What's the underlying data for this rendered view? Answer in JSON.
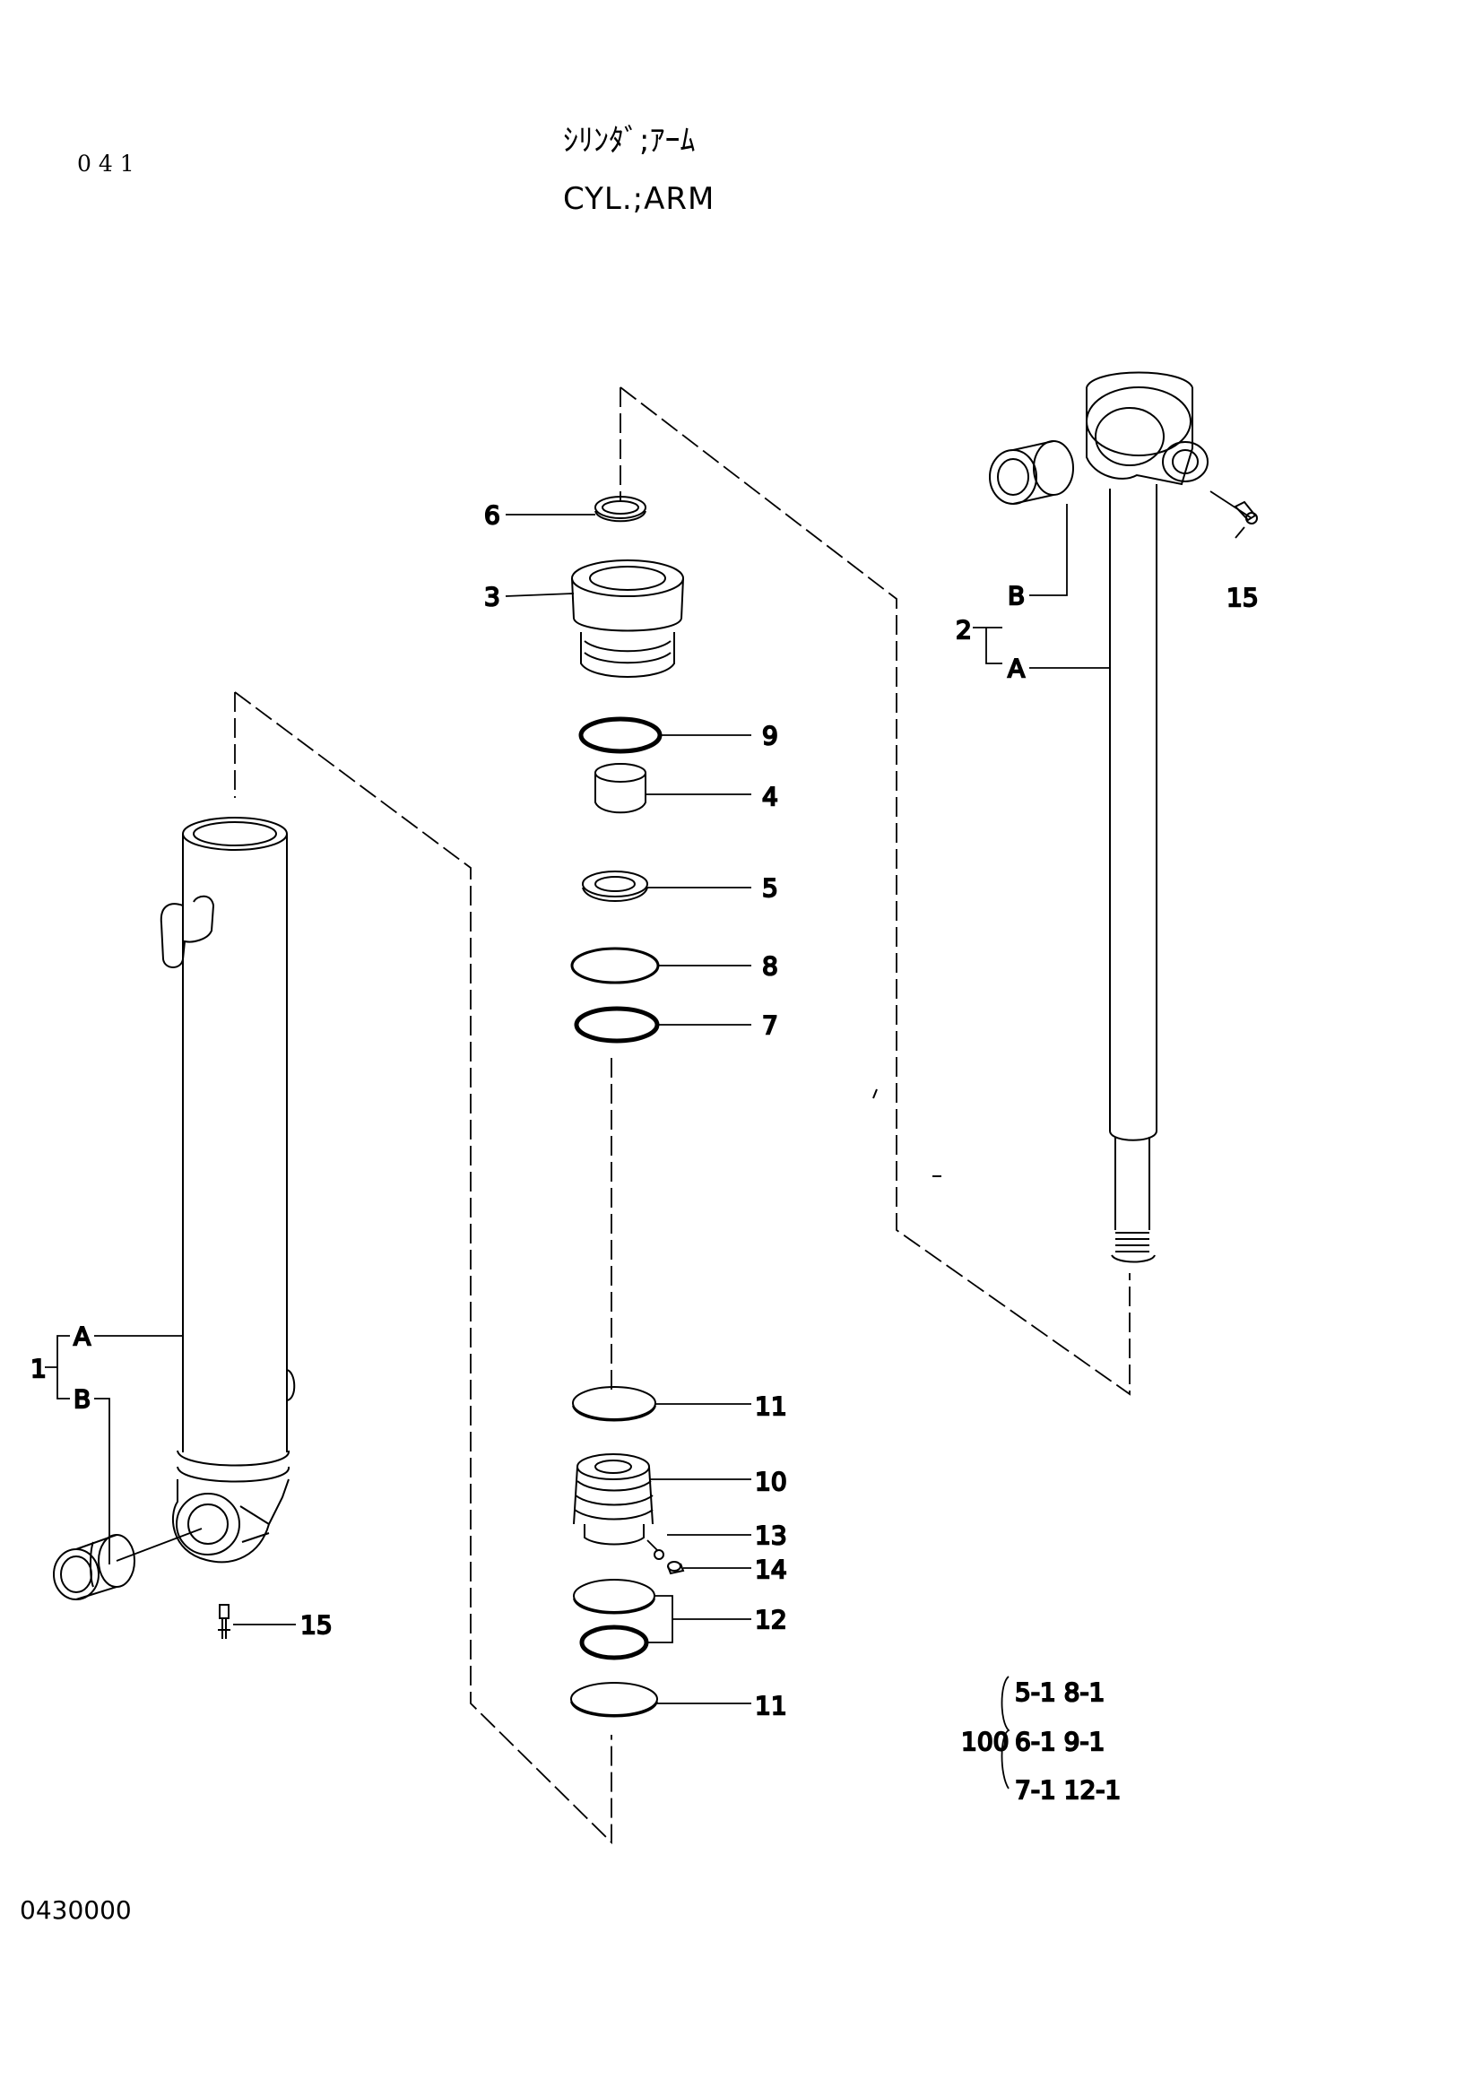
{
  "header": {
    "page_number": "041",
    "title_jp": "ｼﾘﾝﾀﾞ;ｱｰﾑ",
    "title_en": "CYL.;ARM"
  },
  "footer": {
    "drawing_code": "0430000"
  },
  "callouts": {
    "p1": "1",
    "p1a": "A",
    "p1b": "B",
    "p2": "2",
    "p2a": "A",
    "p2b": "B",
    "p3": "3",
    "p4": "4",
    "p5": "5",
    "p6": "6",
    "p7": "7",
    "p8": "8",
    "p9": "9",
    "p10": "10",
    "p11a": "11",
    "p11b": "11",
    "p12": "12",
    "p13": "13",
    "p14": "14",
    "p15a": "15",
    "p15b": "15"
  },
  "kit": {
    "number": "100",
    "rows": [
      "5-1  8-1",
      "6-1  9-1",
      "7-1  12-1"
    ]
  }
}
